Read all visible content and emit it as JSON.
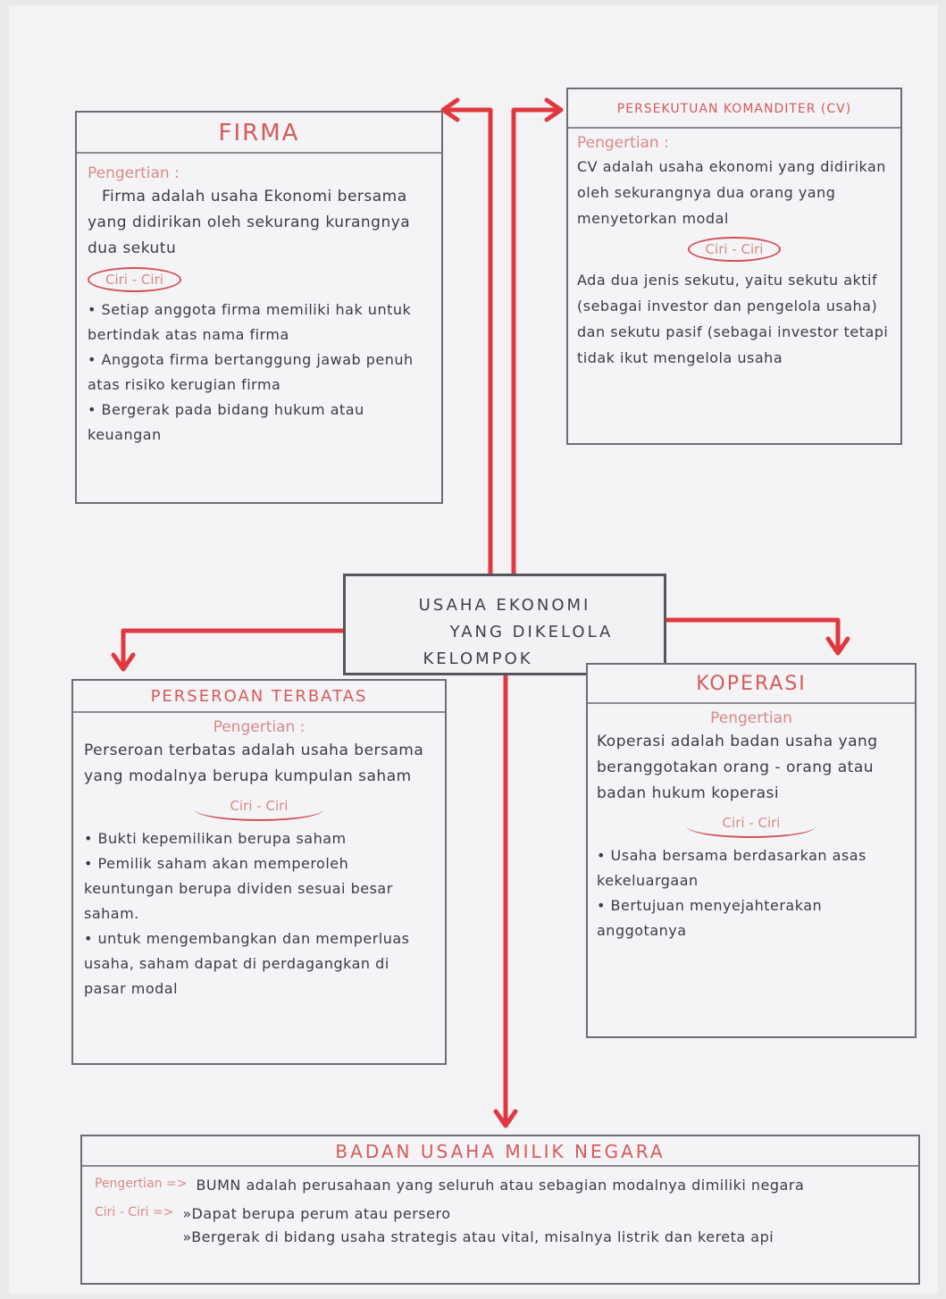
{
  "center": {
    "line1": "USAHA EKONOMI",
    "line2": "YANG DIKELOLA",
    "line3": "KELOMPOK"
  },
  "firma": {
    "title": "FIRMA",
    "pengertian_label": "Pengertian :",
    "pengertian": "Firma adalah usaha Ekonomi bersama yang didirikan oleh sekurang kurangnya dua sekutu",
    "ciri_label": "Ciri - Ciri",
    "ciri": [
      "Setiap anggota firma memiliki hak untuk bertindak atas nama firma",
      "Anggota firma bertanggung jawab penuh atas risiko kerugian firma",
      "Bergerak pada bidang hukum atau keuangan"
    ]
  },
  "cv": {
    "title": "PERSEKUTUAN KOMANDITER (CV)",
    "pengertian_label": "Pengertian :",
    "pengertian": "CV adalah usaha ekonomi yang didirikan oleh sekurangnya dua orang yang menyetorkan modal",
    "ciri_label": "Ciri - Ciri",
    "ciri_text": "Ada dua jenis sekutu, yaitu sekutu aktif (sebagai investor dan pengelola usaha) dan sekutu pasif (sebagai investor tetapi tidak ikut mengelola usaha"
  },
  "pt": {
    "title": "PERSEROAN TERBATAS",
    "pengertian_label": "Pengertian :",
    "pengertian": "Perseroan terbatas adalah usaha bersama yang modalnya berupa kumpulan saham",
    "ciri_label": "Ciri - Ciri",
    "ciri": [
      "Bukti kepemilikan berupa saham",
      "Pemilik saham akan memperoleh keuntungan berupa dividen sesuai besar saham.",
      "untuk mengembangkan dan memperluas usaha, saham dapat di perdagangkan di pasar modal"
    ]
  },
  "koperasi": {
    "title": "KOPERASI",
    "pengertian_label": "Pengertian",
    "pengertian": "Koperasi adalah badan usaha yang beranggotakan orang - orang atau badan hukum koperasi",
    "ciri_label": "Ciri - Ciri",
    "ciri": [
      "Usaha bersama berdasarkan asas kekeluargaan",
      "Bertujuan menyejahterakan anggotanya"
    ]
  },
  "bumn": {
    "title": "BADAN USAHA MILIK NEGARA",
    "pengertian_label": "Pengertian =>",
    "pengertian": "BUMN adalah perusahaan yang seluruh atau sebagian modalnya dimiliki negara",
    "ciri_label": "Ciri - Ciri =>",
    "ciri": [
      "»Dapat berupa perum atau persero",
      "»Bergerak di bidang usaha strategis atau vital, misalnya listrik dan kereta api"
    ]
  },
  "colors": {
    "arrow": "#e0383e",
    "title_red": "#d65a5a",
    "ink": "#3b3b47",
    "box_border": "#6d6d72"
  }
}
